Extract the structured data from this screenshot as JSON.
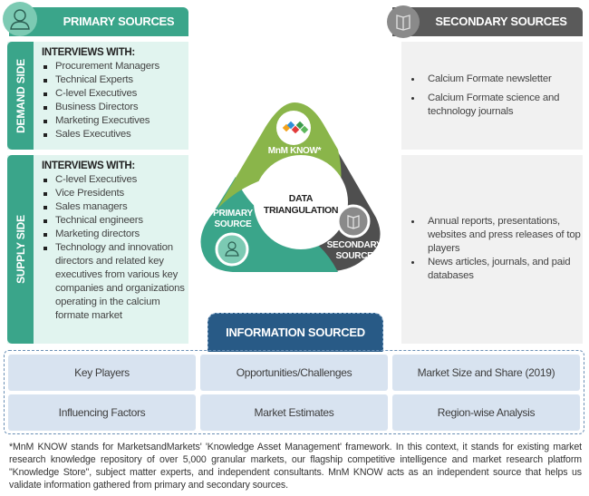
{
  "primary": {
    "title": "PRIMARY SOURCES",
    "icon": "person-icon",
    "demand": {
      "label": "DEMAND SIDE",
      "heading": "INTERVIEWS WITH:",
      "items": [
        "Procurement Managers",
        "Technical Experts",
        "C-level Executives",
        "Business Directors",
        "Marketing Executives",
        "Sales Executives"
      ]
    },
    "supply": {
      "label": "SUPPLY SIDE",
      "heading": "INTERVIEWS WITH:",
      "items": [
        "C-level Executives",
        "Vice Presidents",
        "Sales managers",
        "Technical engineers",
        "Marketing directors",
        "Technology and innovation directors and related key executives from various key companies and organizations operating in the calcium  formate market"
      ]
    }
  },
  "secondary": {
    "title": "SECONDARY SOURCES",
    "icon": "book-icon",
    "box1": [
      "Calcium  Formate newsletter",
      "Calcium  Formate science and technology journals"
    ],
    "box2": [
      "Annual reports, presentations, websites and press releases of top players",
      "News articles, journals, and paid databases"
    ]
  },
  "triangulation": {
    "center_line1": "DATA",
    "center_line2": "TRIANGULATION",
    "top_label": "MnM KNOW*",
    "left_line1": "PRIMARY",
    "left_line2": "SOURCE",
    "right_line1": "SECONDARY",
    "right_line2": "SOURCE",
    "colors": {
      "top": "#8ab54a",
      "left": "#3aa58a",
      "right": "#4f4f4f"
    }
  },
  "info": {
    "title": "INFORMATION SOURCED",
    "cells": [
      "Key Players",
      "Opportunities/Challenges",
      "Market Size and Share (2019)",
      "Influencing Factors",
      "Market Estimates",
      "Region-wise Analysis"
    ]
  },
  "footnote": "*MnM KNOW stands for MarketsandMarkets' 'Knowledge Asset Management' framework. In this context, it stands for existing market research knowledge repository of over 5,000 granular markets, our flagship competitive intelligence and market research platform \"Knowledge Store\", subject matter experts, and independent consultants. MnM KNOW acts as an independent source that helps us validate information gathered from primary and secondary sources."
}
